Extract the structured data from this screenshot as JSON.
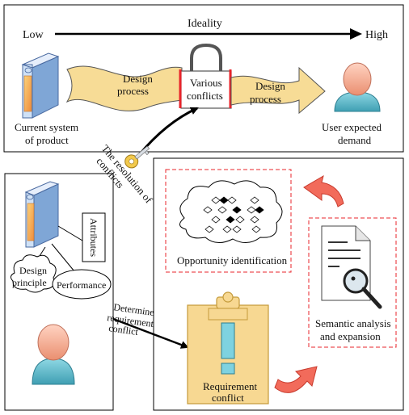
{
  "top": {
    "low": "Low",
    "ideality": "Ideality",
    "high": "High",
    "current_system": [
      "Current system",
      "of product"
    ],
    "design_process_left": [
      "Design",
      "process"
    ],
    "various_conflicts": [
      "Various",
      "conflicts"
    ],
    "design_process_right": [
      "Design",
      "process"
    ],
    "user_expected": [
      "User expected",
      "demand"
    ]
  },
  "key_label": [
    "The resolution of",
    "conflicts"
  ],
  "left_panel": {
    "attributes": "Attributes",
    "design_principle": [
      "Design",
      "principle"
    ],
    "performance": "Performance",
    "determine": [
      "Determine",
      "requirement",
      "conflict"
    ]
  },
  "right_panel": {
    "opportunity": "Opportunity identification",
    "semantic": [
      "Semantic analysis",
      "and expansion"
    ],
    "requirement_conflict": [
      "Requirement",
      "conflict"
    ]
  },
  "colors": {
    "banner": "#f7dc96",
    "server_face": "#f4a64c",
    "server_body": "#cfe1f6",
    "red": "#e8242b",
    "arrow_fill": "#f26b5b",
    "clipboard": "#f7d892",
    "exclamation": "#7ed2e0",
    "person_head": "#f6b19a",
    "person_body": "#58b9c9"
  }
}
